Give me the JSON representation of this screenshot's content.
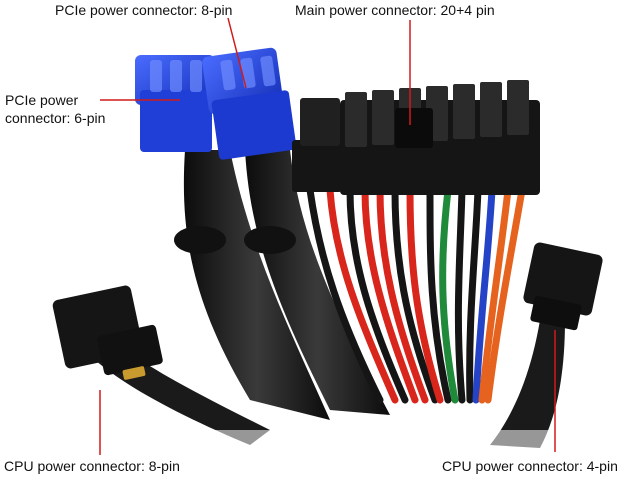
{
  "labels": {
    "pcie_8pin": "PCIe power connector: 8-pin",
    "main_power": "Main power connector: 20+4 pin",
    "pcie_6pin_line1": "PCIe power",
    "pcie_6pin_line2": "connector: 6-pin",
    "cpu_8pin": "CPU power connector: 8-pin",
    "cpu_4pin": "CPU power connector: 4-pin"
  },
  "colors": {
    "background": "#ffffff",
    "text": "#111111",
    "callout_line": "#d21a1a",
    "connector_blue": "#1f3fd6",
    "connector_black": "#151515",
    "wire_red": "#d8261c",
    "wire_green": "#1f8a3a",
    "wire_blue": "#2443c7",
    "wire_orange": "#e5621f",
    "sleeve": "#1b1b1b"
  }
}
